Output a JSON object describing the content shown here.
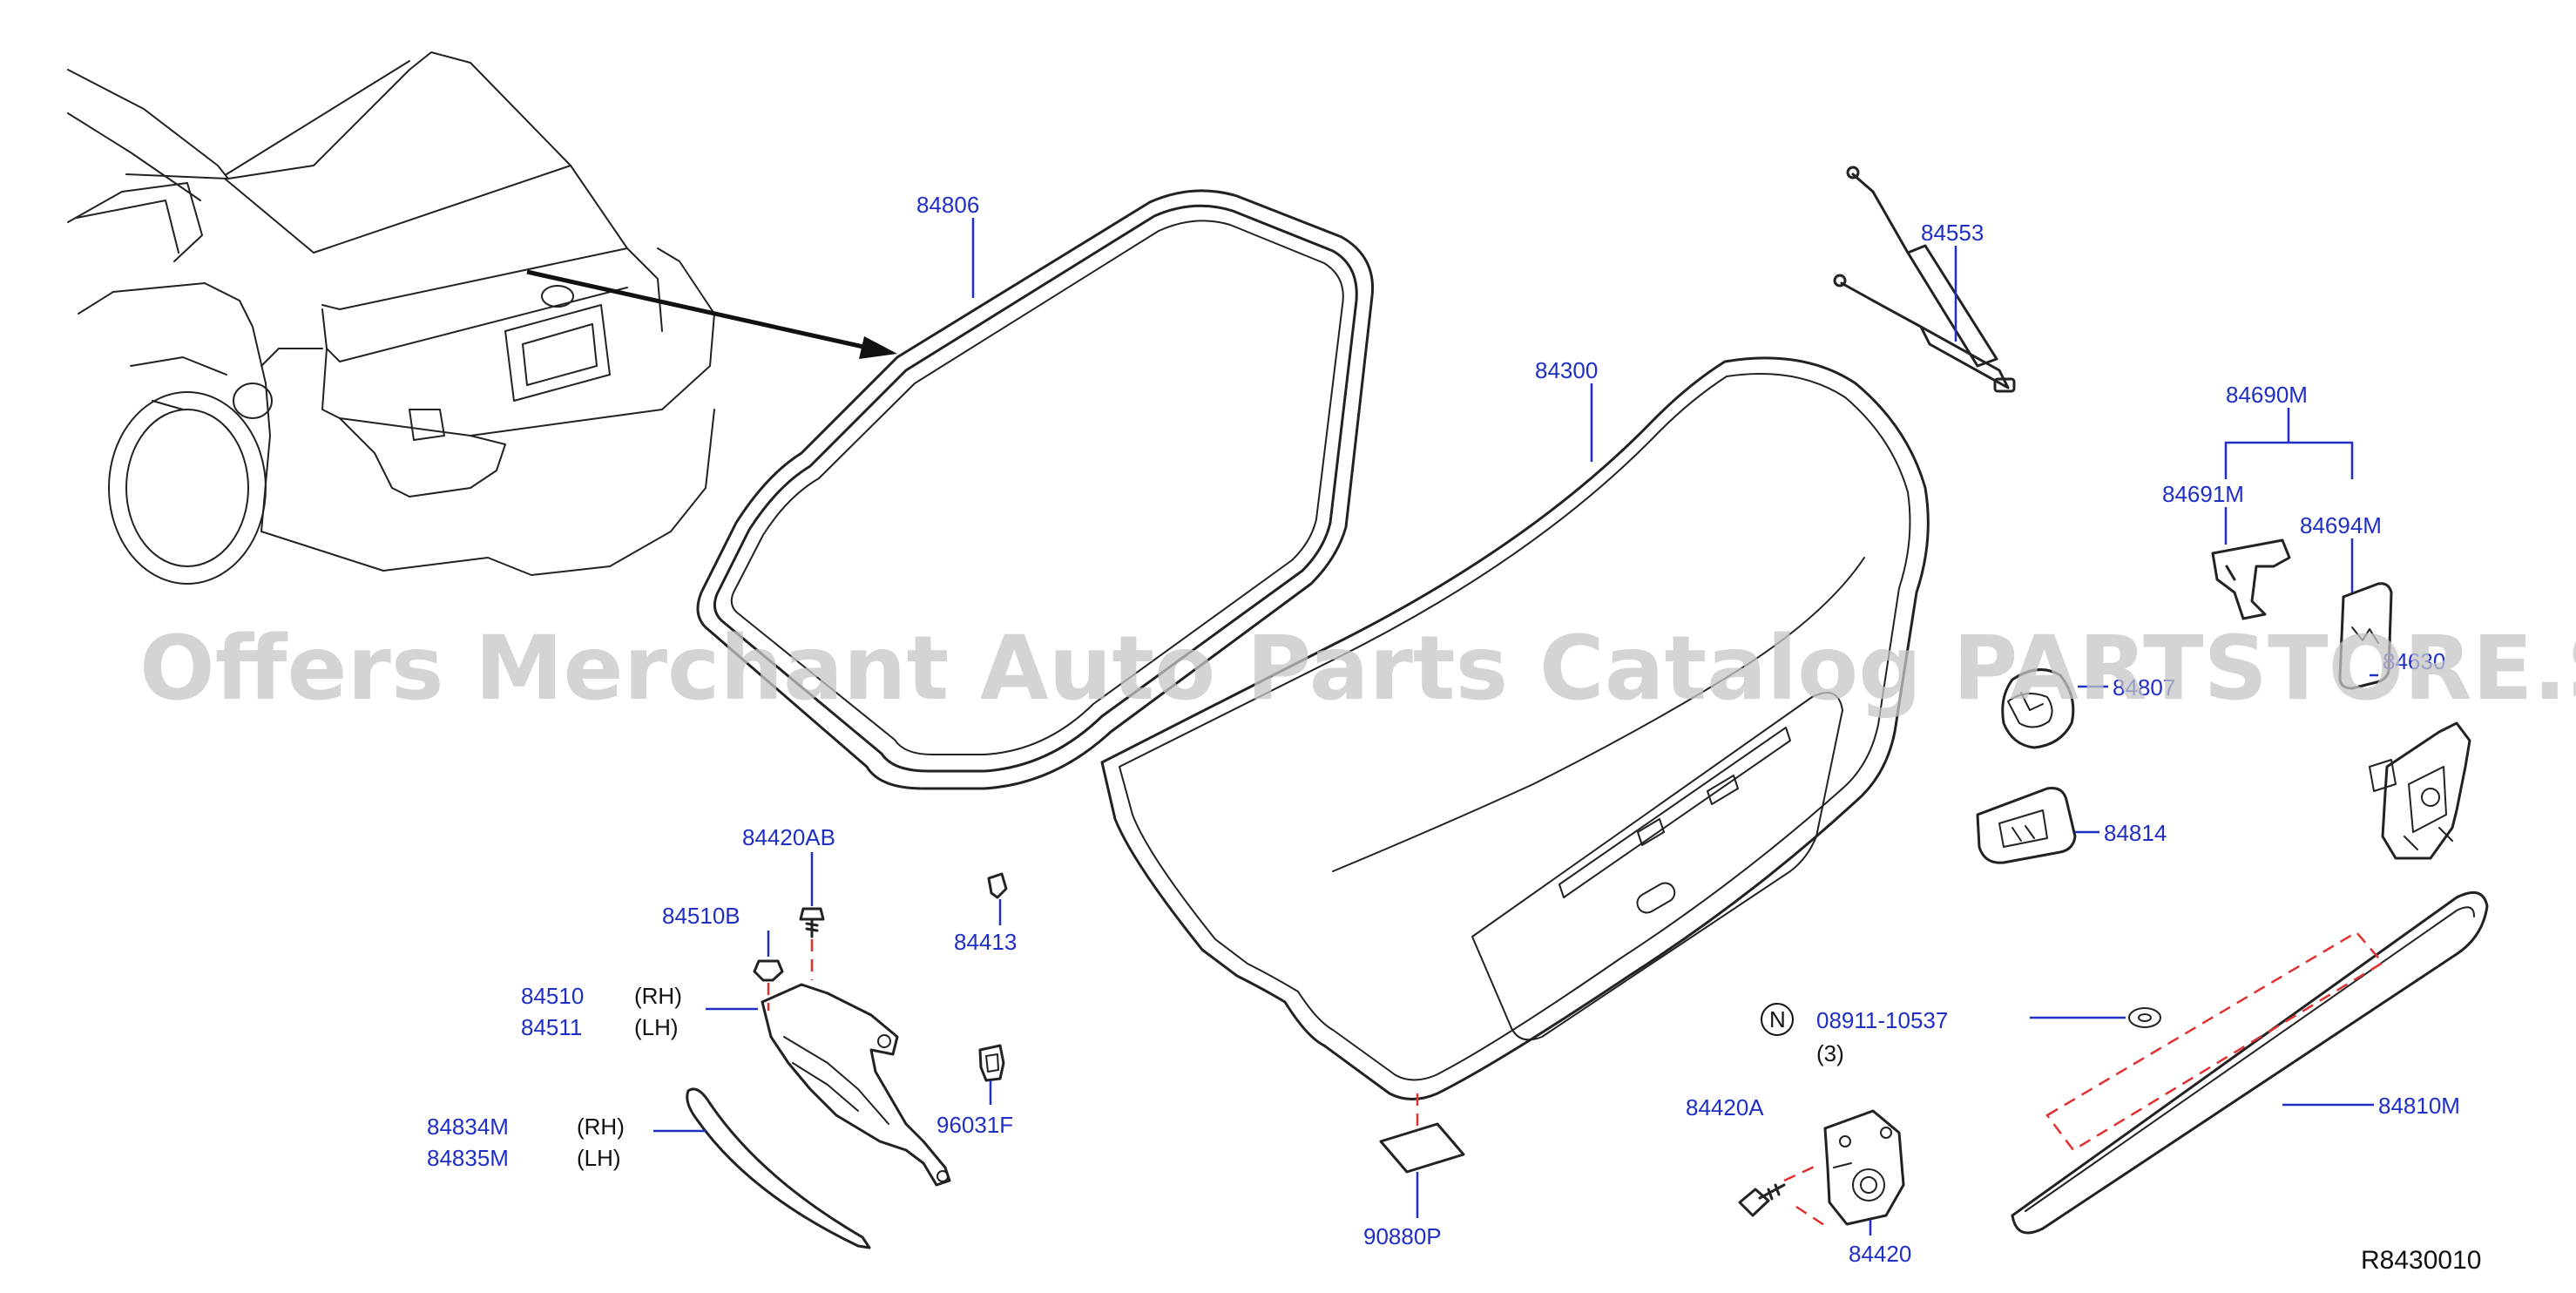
{
  "watermark": "Offers Merchant Auto Parts Catalog PARTSTORE.SA",
  "reference_code": "R8430010",
  "callouts": {
    "weatherstrip": "84806",
    "trunk_lid": "84300",
    "gas_stay": "84553",
    "lock_assembly_set": "84690M",
    "lock_handle": "84691M",
    "lock_cover": "84694M",
    "lid_actuator": "84630",
    "opener_switch": "84807",
    "opener_handle": "84814",
    "bolt_upper": "84420AB",
    "nut_hinge": "84510B",
    "hinge_rh": "84510",
    "hinge_lh": "84511",
    "grommet_lid": "84413",
    "finisher_rh": "84834M",
    "finisher_lh": "84835M",
    "clip": "96031F",
    "pad": "90880P",
    "bolt_lock": "84420A",
    "striker": "84420",
    "lower_finisher": "84810M",
    "nut_std": "08911-10537"
  },
  "side_labels": {
    "rh": "(RH)",
    "lh": "(LH)"
  },
  "standard_part": {
    "symbol": "N",
    "qty": "(3)"
  }
}
